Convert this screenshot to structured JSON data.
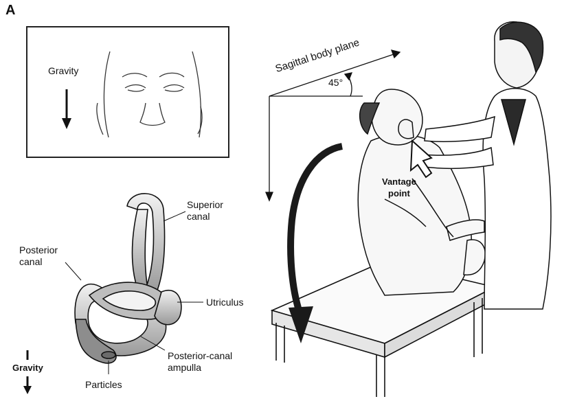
{
  "panel_letter": "A",
  "face_panel": {
    "gravity_label": "Gravity"
  },
  "canal_diagram": {
    "superior_canal": "Superior\ncanal",
    "posterior_canal": "Posterior\ncanal",
    "utriculus": "Utriculus",
    "posterior_canal_ampulla": "Posterior-canal\nampulla",
    "particles": "Particles",
    "gravity_label": "Gravity"
  },
  "maneuver": {
    "sagittal_plane_label": "Sagittal body plane",
    "angle_label": "45°",
    "vantage_point_label": "Vantage\npoint"
  },
  "colors": {
    "ink": "#111111",
    "background": "#ffffff",
    "arrow_fill": "#1a1a1a",
    "canal_shade": "#9a9a9a"
  }
}
